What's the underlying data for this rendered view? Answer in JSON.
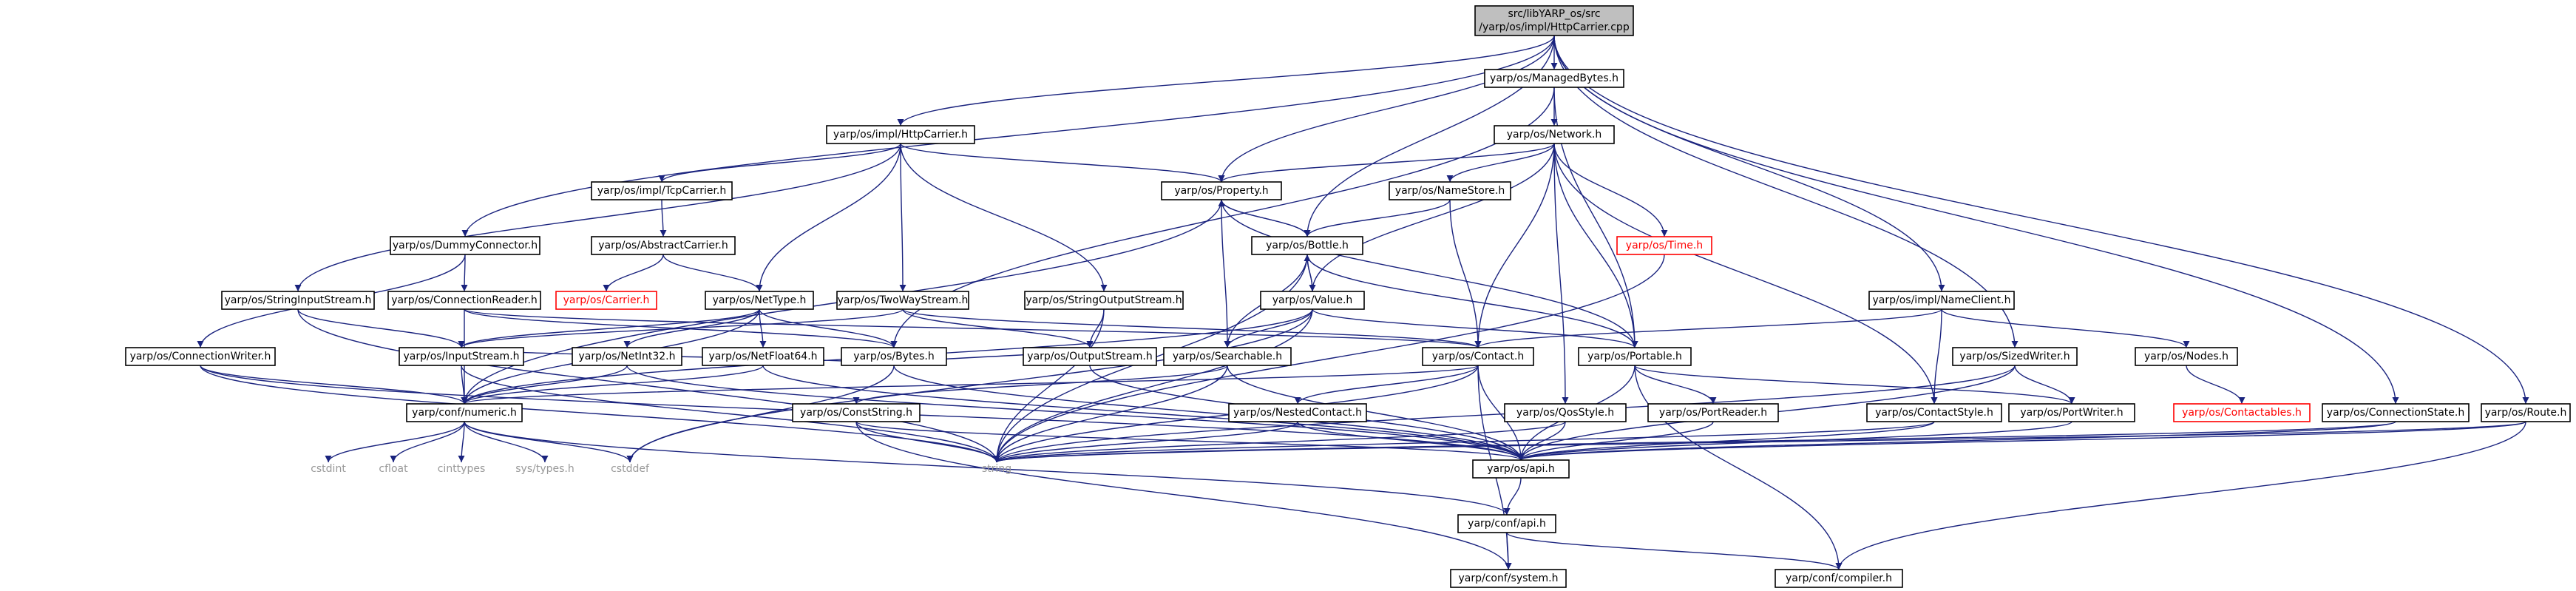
{
  "graph": {
    "root": "n_root",
    "nodes": [
      {
        "id": "n_root",
        "label": "src/libYARP_os/src\n/yarp/os/impl/HttpCarrier.cpp",
        "style": "root"
      },
      {
        "id": "n_managed",
        "label": "yarp/os/ManagedBytes.h",
        "style": "box"
      },
      {
        "id": "n_network",
        "label": "yarp/os/Network.h",
        "style": "box"
      },
      {
        "id": "n_httpcarrier",
        "label": "yarp/os/impl/HttpCarrier.h",
        "style": "box"
      },
      {
        "id": "n_property",
        "label": "yarp/os/Property.h",
        "style": "box"
      },
      {
        "id": "n_namestore",
        "label": "yarp/os/NameStore.h",
        "style": "box"
      },
      {
        "id": "n_tcpcarrier",
        "label": "yarp/os/impl/TcpCarrier.h",
        "style": "box"
      },
      {
        "id": "n_dummyconn",
        "label": "yarp/os/DummyConnector.h",
        "style": "box"
      },
      {
        "id": "n_abstractcarrier",
        "label": "yarp/os/AbstractCarrier.h",
        "style": "box"
      },
      {
        "id": "n_bottle",
        "label": "yarp/os/Bottle.h",
        "style": "box"
      },
      {
        "id": "n_time",
        "label": "yarp/os/Time.h",
        "style": "red"
      },
      {
        "id": "n_stringinput",
        "label": "yarp/os/StringInputStream.h",
        "style": "box"
      },
      {
        "id": "n_connreader",
        "label": "yarp/os/ConnectionReader.h",
        "style": "box"
      },
      {
        "id": "n_carrier",
        "label": "yarp/os/Carrier.h",
        "style": "red"
      },
      {
        "id": "n_nettype",
        "label": "yarp/os/NetType.h",
        "style": "box"
      },
      {
        "id": "n_twoway",
        "label": "yarp/os/TwoWayStream.h",
        "style": "box"
      },
      {
        "id": "n_stringoutput",
        "label": "yarp/os/StringOutputStream.h",
        "style": "box"
      },
      {
        "id": "n_value",
        "label": "yarp/os/Value.h",
        "style": "box"
      },
      {
        "id": "n_nameclient",
        "label": "yarp/os/impl/NameClient.h",
        "style": "box"
      },
      {
        "id": "n_connwriter",
        "label": "yarp/os/ConnectionWriter.h",
        "style": "box"
      },
      {
        "id": "n_inputstream",
        "label": "yarp/os/InputStream.h",
        "style": "box"
      },
      {
        "id": "n_netint32",
        "label": "yarp/os/NetInt32.h",
        "style": "box"
      },
      {
        "id": "n_netfloat64",
        "label": "yarp/os/NetFloat64.h",
        "style": "box"
      },
      {
        "id": "n_bytes",
        "label": "yarp/os/Bytes.h",
        "style": "box"
      },
      {
        "id": "n_outputstream",
        "label": "yarp/os/OutputStream.h",
        "style": "box"
      },
      {
        "id": "n_searchable",
        "label": "yarp/os/Searchable.h",
        "style": "box"
      },
      {
        "id": "n_contact",
        "label": "yarp/os/Contact.h",
        "style": "box"
      },
      {
        "id": "n_portable",
        "label": "yarp/os/Portable.h",
        "style": "box"
      },
      {
        "id": "n_sizedwriter",
        "label": "yarp/os/SizedWriter.h",
        "style": "box"
      },
      {
        "id": "n_nodes",
        "label": "yarp/os/Nodes.h",
        "style": "box"
      },
      {
        "id": "n_confnumeric",
        "label": "yarp/conf/numeric.h",
        "style": "box"
      },
      {
        "id": "n_conststring",
        "label": "yarp/os/ConstString.h",
        "style": "box"
      },
      {
        "id": "n_nestedcontact",
        "label": "yarp/os/NestedContact.h",
        "style": "box"
      },
      {
        "id": "n_qosstyle",
        "label": "yarp/os/QosStyle.h",
        "style": "box"
      },
      {
        "id": "n_portreader",
        "label": "yarp/os/PortReader.h",
        "style": "box"
      },
      {
        "id": "n_contactstyle",
        "label": "yarp/os/ContactStyle.h",
        "style": "box"
      },
      {
        "id": "n_portwriter",
        "label": "yarp/os/PortWriter.h",
        "style": "box"
      },
      {
        "id": "n_contactables",
        "label": "yarp/os/Contactables.h",
        "style": "red"
      },
      {
        "id": "n_connstate",
        "label": "yarp/os/ConnectionState.h",
        "style": "box"
      },
      {
        "id": "n_route",
        "label": "yarp/os/Route.h",
        "style": "box"
      },
      {
        "id": "n_cstdint",
        "label": "cstdint",
        "style": "plain"
      },
      {
        "id": "n_cfloat",
        "label": "cfloat",
        "style": "plain"
      },
      {
        "id": "n_cinttypes",
        "label": "cinttypes",
        "style": "plain"
      },
      {
        "id": "n_systypes",
        "label": "sys/types.h",
        "style": "plain"
      },
      {
        "id": "n_cstddef",
        "label": "cstddef",
        "style": "plain"
      },
      {
        "id": "n_string",
        "label": "string",
        "style": "plain"
      },
      {
        "id": "n_osapi",
        "label": "yarp/os/api.h",
        "style": "box"
      },
      {
        "id": "n_confapi",
        "label": "yarp/conf/api.h",
        "style": "box"
      },
      {
        "id": "n_confsystem",
        "label": "yarp/conf/system.h",
        "style": "box"
      },
      {
        "id": "n_confcompiler",
        "label": "yarp/conf/compiler.h",
        "style": "box"
      }
    ],
    "edges": [
      [
        "n_root",
        "n_managed"
      ],
      [
        "n_root",
        "n_httpcarrier"
      ],
      [
        "n_root",
        "n_property"
      ],
      [
        "n_root",
        "n_bottle"
      ],
      [
        "n_root",
        "n_dummyconn"
      ],
      [
        "n_root",
        "n_nameclient"
      ],
      [
        "n_root",
        "n_sizedwriter"
      ],
      [
        "n_root",
        "n_connstate"
      ],
      [
        "n_root",
        "n_route"
      ],
      [
        "n_managed",
        "n_network"
      ],
      [
        "n_managed",
        "n_bytes"
      ],
      [
        "n_managed",
        "n_portable"
      ],
      [
        "n_network",
        "n_property"
      ],
      [
        "n_network",
        "n_namestore"
      ],
      [
        "n_network",
        "n_value"
      ],
      [
        "n_network",
        "n_time"
      ],
      [
        "n_network",
        "n_contact"
      ],
      [
        "n_network",
        "n_portable"
      ],
      [
        "n_network",
        "n_qosstyle"
      ],
      [
        "n_network",
        "n_contactstyle"
      ],
      [
        "n_httpcarrier",
        "n_tcpcarrier"
      ],
      [
        "n_httpcarrier",
        "n_property"
      ],
      [
        "n_httpcarrier",
        "n_stringinput"
      ],
      [
        "n_httpcarrier",
        "n_nettype"
      ],
      [
        "n_httpcarrier",
        "n_twoway"
      ],
      [
        "n_httpcarrier",
        "n_stringoutput"
      ],
      [
        "n_tcpcarrier",
        "n_abstractcarrier"
      ],
      [
        "n_abstractcarrier",
        "n_carrier"
      ],
      [
        "n_abstractcarrier",
        "n_nettype"
      ],
      [
        "n_dummyconn",
        "n_connreader"
      ],
      [
        "n_dummyconn",
        "n_connwriter"
      ],
      [
        "n_property",
        "n_bottle"
      ],
      [
        "n_property",
        "n_searchable"
      ],
      [
        "n_property",
        "n_portable"
      ],
      [
        "n_property",
        "n_confnumeric"
      ],
      [
        "n_namestore",
        "n_bottle"
      ],
      [
        "n_namestore",
        "n_contact"
      ],
      [
        "n_bottle",
        "n_property"
      ],
      [
        "n_bottle",
        "n_value"
      ],
      [
        "n_bottle",
        "n_searchable"
      ],
      [
        "n_bottle",
        "n_portable"
      ],
      [
        "n_bottle",
        "n_string"
      ],
      [
        "n_value",
        "n_bottle"
      ],
      [
        "n_value",
        "n_searchable"
      ],
      [
        "n_value",
        "n_portable"
      ],
      [
        "n_value",
        "n_string"
      ],
      [
        "n_value",
        "n_confnumeric"
      ],
      [
        "n_value",
        "n_cstddef"
      ],
      [
        "n_time",
        "n_string"
      ],
      [
        "n_stringinput",
        "n_inputstream"
      ],
      [
        "n_stringinput",
        "n_string"
      ],
      [
        "n_connreader",
        "n_bytes"
      ],
      [
        "n_connreader",
        "n_contact"
      ],
      [
        "n_connreader",
        "n_confnumeric"
      ],
      [
        "n_nettype",
        "n_netint32"
      ],
      [
        "n_nettype",
        "n_netfloat64"
      ],
      [
        "n_nettype",
        "n_bytes"
      ],
      [
        "n_nettype",
        "n_inputstream"
      ],
      [
        "n_nettype",
        "n_confnumeric"
      ],
      [
        "n_twoway",
        "n_inputstream"
      ],
      [
        "n_twoway",
        "n_outputstream"
      ],
      [
        "n_twoway",
        "n_contact"
      ],
      [
        "n_stringoutput",
        "n_outputstream"
      ],
      [
        "n_stringoutput",
        "n_string"
      ],
      [
        "n_nameclient",
        "n_contact"
      ],
      [
        "n_nameclient",
        "n_contactstyle"
      ],
      [
        "n_nameclient",
        "n_nodes"
      ],
      [
        "n_connwriter",
        "n_confnumeric"
      ],
      [
        "n_connwriter",
        "n_string"
      ],
      [
        "n_connwriter",
        "n_osapi"
      ],
      [
        "n_inputstream",
        "n_confnumeric"
      ],
      [
        "n_inputstream",
        "n_bytes"
      ],
      [
        "n_inputstream",
        "n_string"
      ],
      [
        "n_netint32",
        "n_confnumeric"
      ],
      [
        "n_netint32",
        "n_osapi"
      ],
      [
        "n_netfloat64",
        "n_confnumeric"
      ],
      [
        "n_netfloat64",
        "n_osapi"
      ],
      [
        "n_bytes",
        "n_osapi"
      ],
      [
        "n_bytes",
        "n_cstddef"
      ],
      [
        "n_outputstream",
        "n_bytes"
      ],
      [
        "n_outputstream",
        "n_osapi"
      ],
      [
        "n_searchable",
        "n_conststring"
      ],
      [
        "n_searchable",
        "n_string"
      ],
      [
        "n_searchable",
        "n_osapi"
      ],
      [
        "n_contact",
        "n_nestedcontact"
      ],
      [
        "n_contact",
        "n_string"
      ],
      [
        "n_contact",
        "n_osapi"
      ],
      [
        "n_contact",
        "n_confnumeric"
      ],
      [
        "n_portable",
        "n_portreader"
      ],
      [
        "n_portable",
        "n_portwriter"
      ],
      [
        "n_portable",
        "n_osapi"
      ],
      [
        "n_sizedwriter",
        "n_portwriter"
      ],
      [
        "n_sizedwriter",
        "n_osapi"
      ],
      [
        "n_sizedwriter",
        "n_string"
      ],
      [
        "n_nodes",
        "n_contactables"
      ],
      [
        "n_confnumeric",
        "n_cstdint"
      ],
      [
        "n_confnumeric",
        "n_cfloat"
      ],
      [
        "n_confnumeric",
        "n_cinttypes"
      ],
      [
        "n_confnumeric",
        "n_systypes"
      ],
      [
        "n_confnumeric",
        "n_cstddef"
      ],
      [
        "n_confnumeric",
        "n_confapi"
      ],
      [
        "n_conststring",
        "n_string"
      ],
      [
        "n_conststring",
        "n_osapi"
      ],
      [
        "n_conststring",
        "n_confsystem"
      ],
      [
        "n_nestedcontact",
        "n_osapi"
      ],
      [
        "n_nestedcontact",
        "n_string"
      ],
      [
        "n_qosstyle",
        "n_osapi"
      ],
      [
        "n_qosstyle",
        "n_string"
      ],
      [
        "n_portreader",
        "n_osapi"
      ],
      [
        "n_contactstyle",
        "n_osapi"
      ],
      [
        "n_contactstyle",
        "n_string"
      ],
      [
        "n_portwriter",
        "n_osapi"
      ],
      [
        "n_connstate",
        "n_osapi"
      ],
      [
        "n_connstate",
        "n_string"
      ],
      [
        "n_route",
        "n_osapi"
      ],
      [
        "n_route",
        "n_string"
      ],
      [
        "n_route",
        "n_confcompiler"
      ],
      [
        "n_osapi",
        "n_confapi"
      ],
      [
        "n_confapi",
        "n_confsystem"
      ],
      [
        "n_confapi",
        "n_confcompiler"
      ],
      [
        "n_contact",
        "n_confsystem"
      ],
      [
        "n_portable",
        "n_confcompiler"
      ]
    ]
  }
}
